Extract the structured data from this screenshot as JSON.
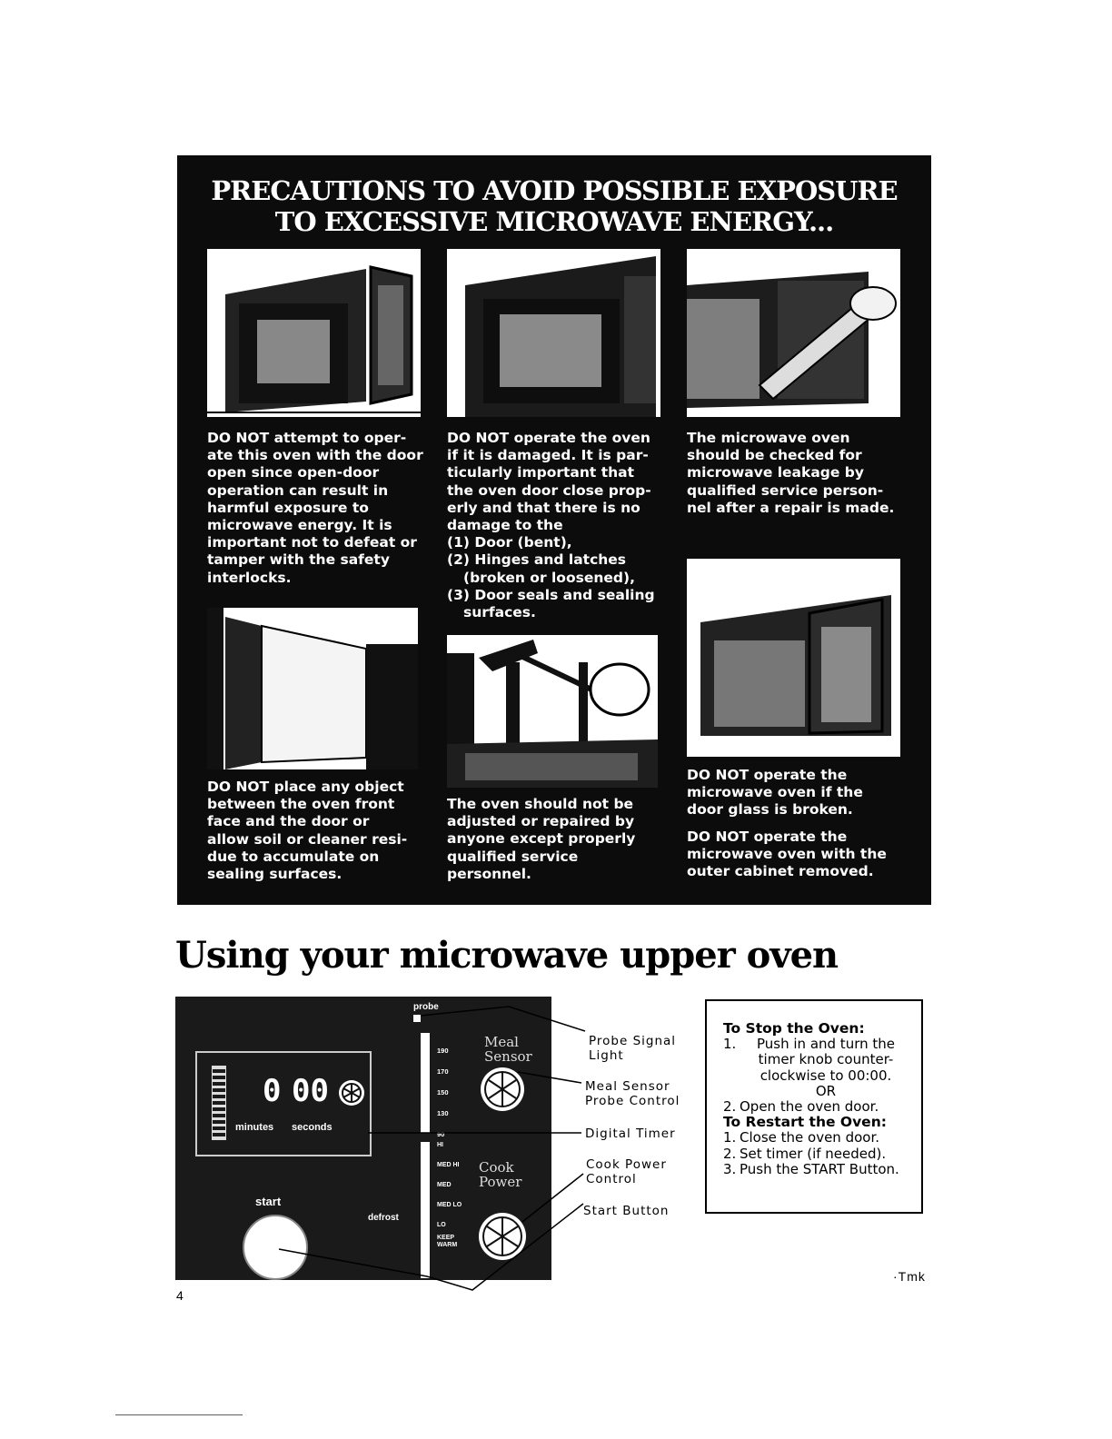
{
  "precautions": {
    "title_line1": "PRECAUTIONS TO AVOID POSSIBLE EXPOSURE",
    "title_line2": "TO EXCESSIVE MICROWAVE ENERGY...",
    "do_not": "DO NOT",
    "item1_rest": " attempt to oper-\nate this oven with the door\nopen since open-door\noperation can result in\nharmful exposure to\nmicrowave energy. It is\nimportant not to defeat or\ntamper with the safety\ninterlocks.",
    "item2_rest": " operate the oven\nif it is damaged. It is par-\nticularly important that\nthe oven door close prop-\nerly and that there is no\ndamage to the",
    "item2_list": [
      "(1) Door (bent),",
      "(2) Hinges and latches",
      "(broken or loosened),",
      "(3) Door seals and sealing",
      "surfaces."
    ],
    "item3": "The microwave oven\nshould be checked for\nmicrowave leakage by\nqualified service person-\nnel after a repair is made.",
    "item4_rest": " place any object\nbetween the oven front\nface and the door or\nallow soil or cleaner resi-\ndue to accumulate on\nsealing surfaces.",
    "item5": "The oven should not be\nadjusted or repaired by\nanyone except properly\nqualified service\npersonnel.",
    "item6_rest": " operate the\nmicrowave oven if the\ndoor glass is broken.",
    "item7_rest": " operate the\nmicrowave oven with the\nouter cabinet removed."
  },
  "section_heading": "Using your microwave upper oven",
  "control_panel": {
    "probe": "probe",
    "meal_sensor_line1": "Meal",
    "meal_sensor_line2": "Sensor",
    "temps": [
      "190",
      "170",
      "150",
      "130",
      "90"
    ],
    "power_levels": [
      "HI",
      "MED HI",
      "MED",
      "MED LO",
      "LO",
      "KEEP WARM"
    ],
    "cook_power_line1": "Cook",
    "cook_power_line2": "Power",
    "timer_minutes": "0",
    "timer_seconds": "00",
    "minutes_label": "minutes",
    "seconds_label": "seconds",
    "start_label": "start",
    "defrost_label": "defrost"
  },
  "callouts": {
    "probe_signal_light": "Probe Signal\nLight",
    "meal_sensor_probe_control": "Meal Sensor\nProbe Control",
    "digital_timer": "Digital Timer",
    "cook_power_control": "Cook Power\nControl",
    "start_button": "Start Button"
  },
  "stop_box": {
    "stop_heading": "To Stop the Oven:",
    "stop_step1": "Push in and turn the timer knob counter-clockwise to 00:00.",
    "or": "OR",
    "stop_step2": "Open the oven door.",
    "restart_heading": "To Restart the Oven:",
    "restart_steps": [
      "Close the oven door.",
      "Set timer (if needed).",
      "Push the START Button."
    ]
  },
  "page_number": "4",
  "trademark": "·Tmk"
}
